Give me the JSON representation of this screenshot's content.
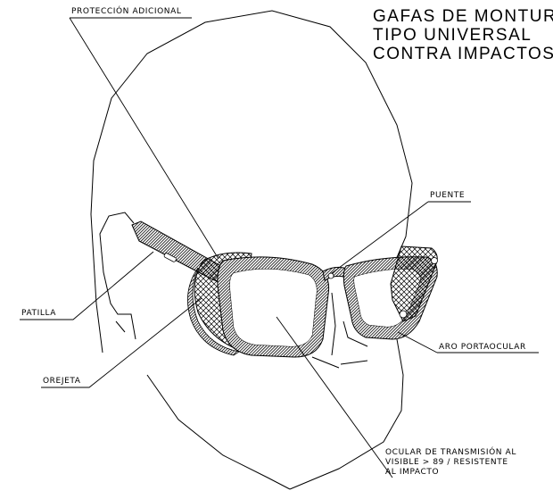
{
  "title_lines": [
    "GAFAS DE MONTUR",
    "TIPO UNIVERSAL",
    "CONTRA IMPACTOS"
  ],
  "labels": {
    "proteccion": "PROTECCIÓN ADICIONAL",
    "puente": "PUENTE",
    "patilla": "PATILLA",
    "orejeta": "OREJETA",
    "aro": "ARO PORTAOCULAR",
    "ocular_lines": [
      "OCULAR DE TRANSMISIÓN AL",
      "VISIBLE > 89 / RESISTENTE",
      "AL IMPACTO"
    ]
  }
}
